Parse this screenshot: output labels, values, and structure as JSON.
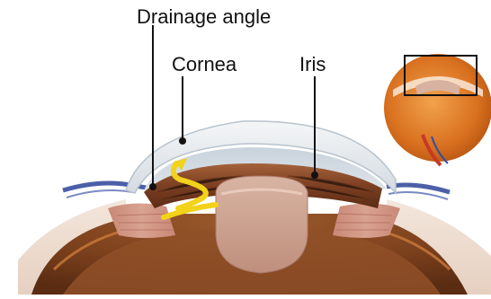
{
  "labels": {
    "drainage_angle": "Drainage angle",
    "cornea": "Cornea",
    "iris": "Iris"
  },
  "icons": {
    "main": "eye-anterior-cross-section-icon",
    "inset": "eyeball-inset-icon"
  },
  "colors": {
    "background": "#ffffff",
    "sclera_blue": "#4c5fa8",
    "lens": "#c9a08f",
    "iris_brown": "#8a4a2c",
    "fluid_yellow": "#f2d21a",
    "choroid": "#8b4a22",
    "leader": "#111111"
  }
}
